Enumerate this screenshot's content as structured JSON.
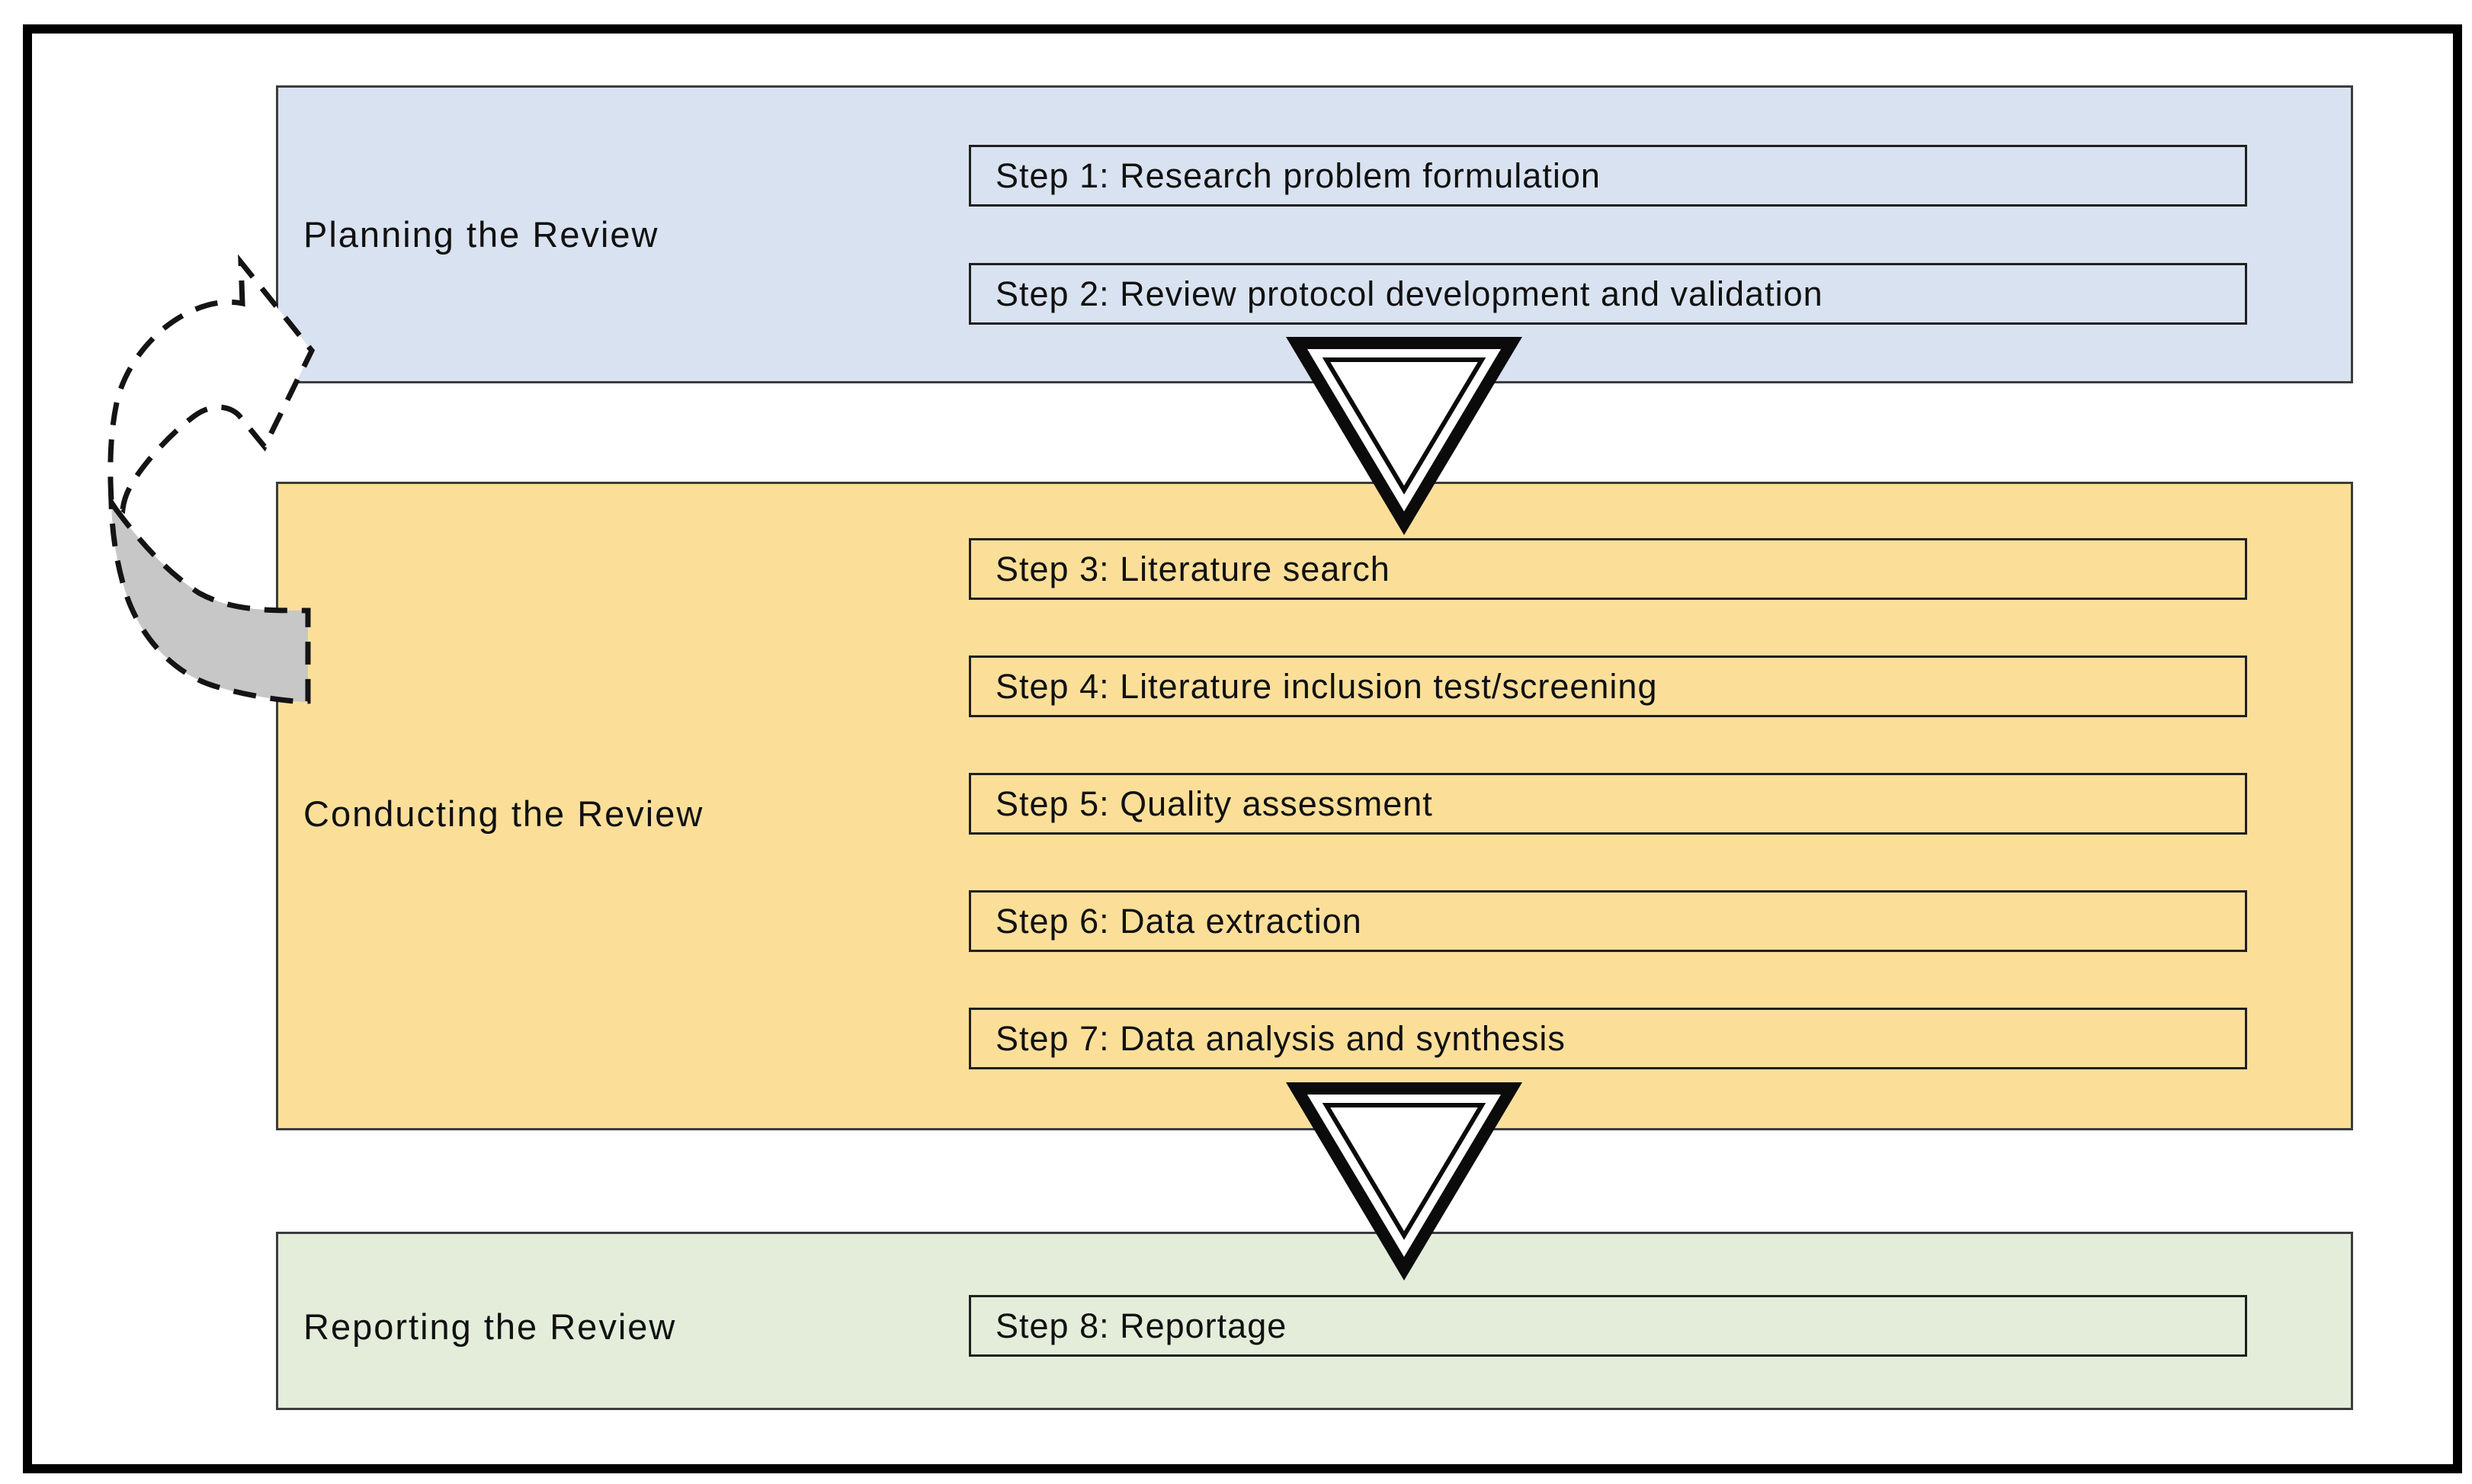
{
  "phases": [
    {
      "name": "planning",
      "label": "Planning the Review",
      "fill_color": "#d9e2f0",
      "steps": [
        "Step 1: Research problem formulation",
        "Step 2: Review protocol development and validation"
      ]
    },
    {
      "name": "conducting",
      "label": "Conducting the Review",
      "fill_color": "#fbdf99",
      "steps": [
        "Step 3: Literature search",
        "Step 4: Literature inclusion test/screening",
        "Step 5: Quality assessment",
        "Step 6: Data extraction",
        "Step 7: Data analysis and synthesis"
      ]
    },
    {
      "name": "reporting",
      "label": "Reporting the Review",
      "fill_color": "#e3edda",
      "steps": [
        "Step 8: Reportage"
      ]
    }
  ],
  "icons": [
    {
      "name": "down-arrow-icon",
      "meaning": "flow from Planning to Conducting"
    },
    {
      "name": "down-arrow-icon",
      "meaning": "flow from Conducting to Reporting"
    },
    {
      "name": "feedback-curved-arrow-icon",
      "meaning": "dashed iteration loop back to Planning"
    }
  ],
  "colors": {
    "planning_fill": "#d9e2f0",
    "conducting_fill": "#fbdf99",
    "reporting_fill": "#e3edda",
    "panel_border": "#3c3c3c",
    "step_border": "#202020",
    "frame_border": "#000000",
    "triangle_black": "#0b0b0b",
    "arrow_tail_gray": "#c7c7c7",
    "text": "#111111"
  }
}
